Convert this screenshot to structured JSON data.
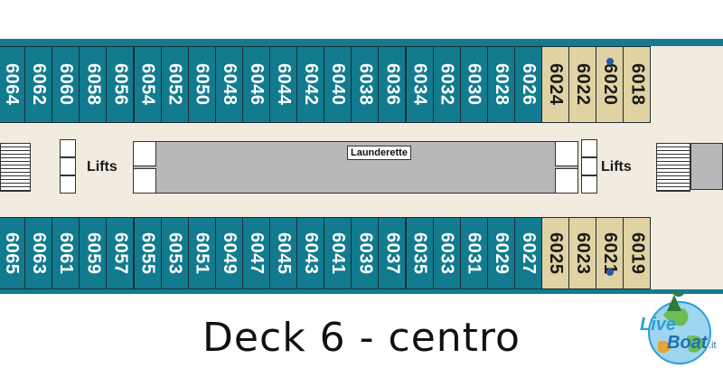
{
  "title": "Deck 6 - centro",
  "labels": {
    "lifts_left": "Lifts",
    "lifts_right": "Lifts",
    "launderette": "Launderette"
  },
  "logo": {
    "text_live": "Live",
    "text_boat": "Boat",
    "text_tld": ".it"
  },
  "colors": {
    "cabin_blue": "#127b8f",
    "cabin_gold": "#e0d2a2",
    "corridor": "#f1ebe0",
    "launderette": "#b8b8b8",
    "dot": "#1c5fa8"
  },
  "top_cabins": [
    {
      "n": "6064",
      "c": "blue"
    },
    {
      "n": "6062",
      "c": "blue"
    },
    {
      "n": "6060",
      "c": "blue"
    },
    {
      "n": "6058",
      "c": "blue"
    },
    {
      "n": "6056",
      "c": "blue"
    },
    {
      "n": "6054",
      "c": "blue"
    },
    {
      "n": "6052",
      "c": "blue"
    },
    {
      "n": "6050",
      "c": "blue"
    },
    {
      "n": "6048",
      "c": "blue"
    },
    {
      "n": "6046",
      "c": "blue"
    },
    {
      "n": "6044",
      "c": "blue"
    },
    {
      "n": "6042",
      "c": "blue"
    },
    {
      "n": "6040",
      "c": "blue"
    },
    {
      "n": "6038",
      "c": "blue"
    },
    {
      "n": "6036",
      "c": "blue"
    },
    {
      "n": "6034",
      "c": "blue"
    },
    {
      "n": "6032",
      "c": "blue"
    },
    {
      "n": "6030",
      "c": "blue"
    },
    {
      "n": "6028",
      "c": "blue"
    },
    {
      "n": "6026",
      "c": "blue"
    },
    {
      "n": "6024",
      "c": "gold"
    },
    {
      "n": "6022",
      "c": "gold"
    },
    {
      "n": "6020",
      "c": "gold",
      "dot": true
    },
    {
      "n": "6018",
      "c": "gold"
    }
  ],
  "bottom_cabins": [
    {
      "n": "6065",
      "c": "blue"
    },
    {
      "n": "6063",
      "c": "blue"
    },
    {
      "n": "6061",
      "c": "blue"
    },
    {
      "n": "6059",
      "c": "blue"
    },
    {
      "n": "6057",
      "c": "blue"
    },
    {
      "n": "6055",
      "c": "blue"
    },
    {
      "n": "6053",
      "c": "blue"
    },
    {
      "n": "6051",
      "c": "blue"
    },
    {
      "n": "6049",
      "c": "blue"
    },
    {
      "n": "6047",
      "c": "blue"
    },
    {
      "n": "6045",
      "c": "blue"
    },
    {
      "n": "6043",
      "c": "blue"
    },
    {
      "n": "6041",
      "c": "blue"
    },
    {
      "n": "6039",
      "c": "blue"
    },
    {
      "n": "6037",
      "c": "blue"
    },
    {
      "n": "6035",
      "c": "blue"
    },
    {
      "n": "6033",
      "c": "blue"
    },
    {
      "n": "6031",
      "c": "blue"
    },
    {
      "n": "6029",
      "c": "blue"
    },
    {
      "n": "6027",
      "c": "blue"
    },
    {
      "n": "6025",
      "c": "gold"
    },
    {
      "n": "6023",
      "c": "gold"
    },
    {
      "n": "6021",
      "c": "gold",
      "dot": true
    },
    {
      "n": "6019",
      "c": "gold"
    }
  ]
}
